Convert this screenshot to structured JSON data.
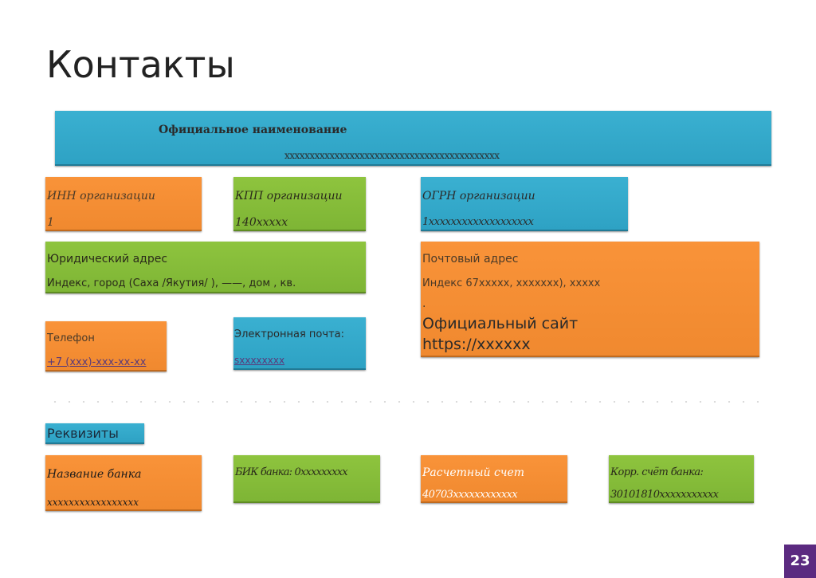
{
  "title": "Контакты",
  "official_name": {
    "label": "Официальное наименование",
    "value": "xxxxxxxxxxxxxxxxxxxxxxxxxxxxxxxxxxxxxxxxxxx"
  },
  "inn": {
    "label": "ИНН организации",
    "value": "1"
  },
  "kpp": {
    "label": "КПП организации",
    "value": "140xxxxx"
  },
  "ogrn": {
    "label": "ОГРН организации",
    "value": "1xxxxxxxxxxxxxxxxxxx"
  },
  "legal_address": {
    "label": "Юридический адрес",
    "value": "Индекс, город (Саха /Якутия/ ), ——, дом  , кв."
  },
  "postal_address": {
    "label": "Почтовый адрес",
    "value": "Индекс 67xxxxx, xxxxxxx),  xxxxx",
    "dot": "."
  },
  "website": {
    "label": "Официальный сайт",
    "value": "https://xxxxxx"
  },
  "phone": {
    "label": "Телефон",
    "value": "+7 (xxx)-xxx-xx-xx"
  },
  "email": {
    "label": "Электронная почта:",
    "value": "sxxxxxxxx"
  },
  "requisites": {
    "label": "Реквизиты"
  },
  "bank_name": {
    "label": "Название банка",
    "value": "xxxxxxxxxxxxxxxxx"
  },
  "bik": {
    "label": "БИК банка: 0xxxxxxxxx"
  },
  "account": {
    "label": "Расчетный счет",
    "value": "40703xxxxxxxxxxxx"
  },
  "corr_account": {
    "label": "Корр. счёт банка:",
    "value": "30101810xxxxxxxxxxx"
  },
  "page_number": "23",
  "colors": {
    "orange": "#f99339",
    "green": "#8ec43e",
    "blue": "#3ab0d1",
    "page_badge": "#5b2a80"
  }
}
